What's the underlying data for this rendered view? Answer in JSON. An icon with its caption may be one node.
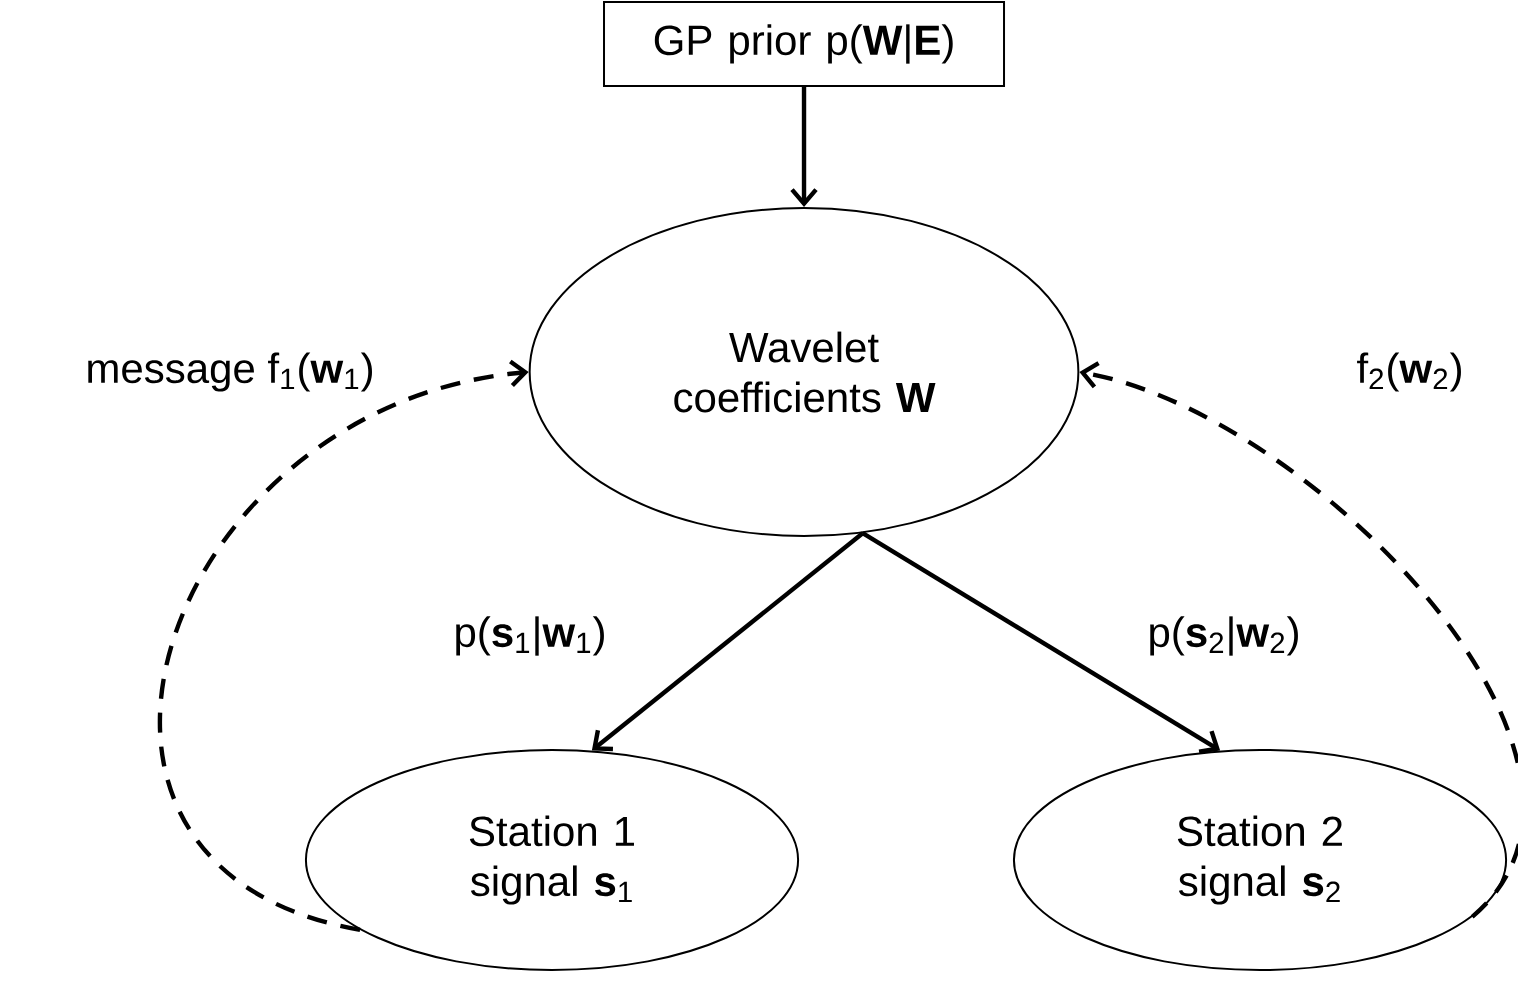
{
  "diagram": {
    "nodes": [
      {
        "text": [
          "GP prior p(**W**|**E**)"
        ]
      },
      {
        "text": [
          "Wavelet coefficients **W**"
        ]
      },
      {
        "text": [
          "Station 1 signal **s**$_{1}$"
        ]
      },
      {
        "text": [
          "Station 2 signal **s**$_{2}$"
        ]
      }
    ],
    "edges": [
      {
        "from": 0,
        "to": 1,
        "arrow": "to"
      },
      {
        "from": 1,
        "to": 2,
        "arrow": "to",
        "label": "p(**s**$_{1}$|**w**$_{1}$)"
      },
      {
        "from": 1,
        "to": 3,
        "arrow": "to",
        "label": "p(**s**$_{2}$|**w**$_{2}$)"
      },
      {
        "from": 2,
        "to": 1,
        "arrow": "to",
        "style": "dashed",
        "label": "message f$_{1}$(**w**$_{1}$)"
      },
      {
        "from": 3,
        "to": 1,
        "arrow": "to",
        "style": "dashed",
        "label": "f$_{2}$(**w**$_{2}$)"
      }
    ]
  }
}
